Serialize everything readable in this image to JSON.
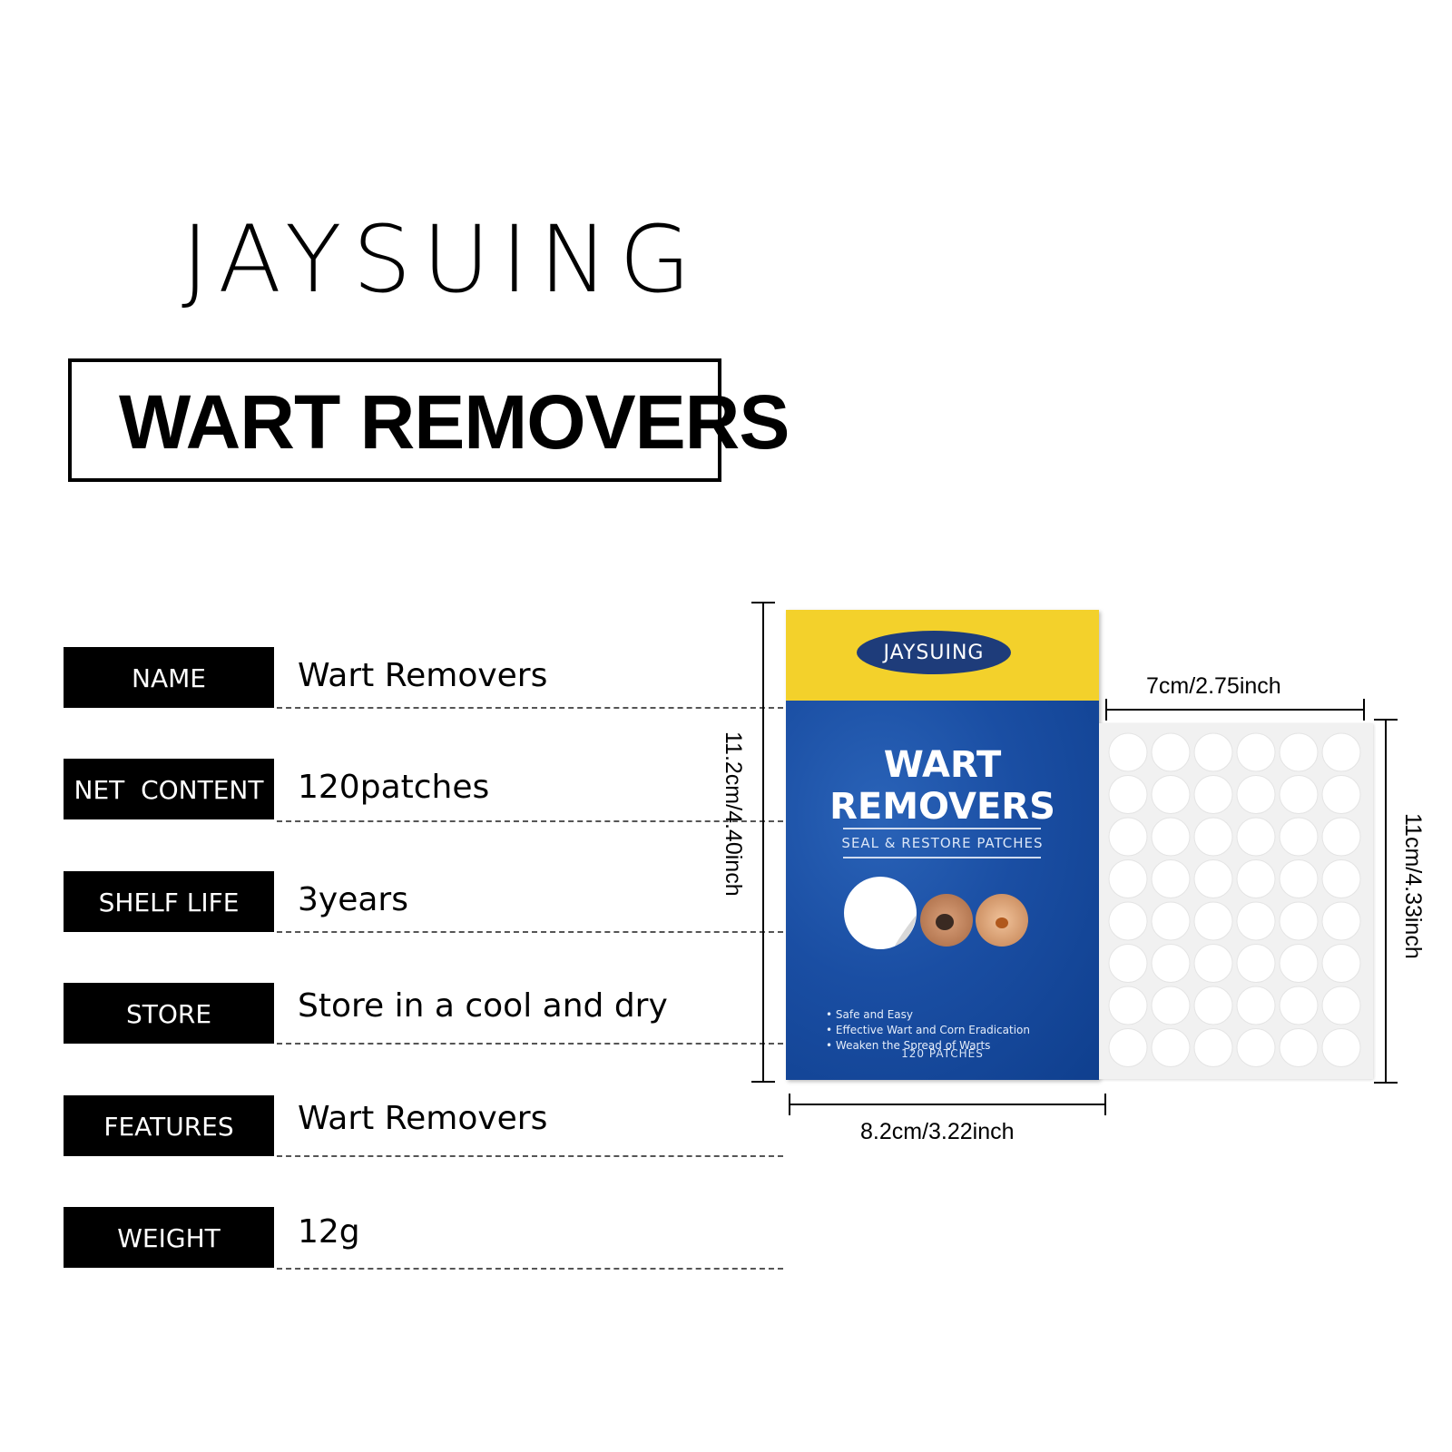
{
  "brand": "JAYSUING",
  "title": "WART REMOVERS",
  "specs": [
    {
      "label": "NAME",
      "value": "Wart Removers"
    },
    {
      "label": "NET  CONTENT",
      "value": "120patches"
    },
    {
      "label": "SHELF LIFE",
      "value": "3years"
    },
    {
      "label": "STORE",
      "value": "Store in a cool and dry"
    },
    {
      "label": "FEATURES",
      "value": "Wart Removers"
    },
    {
      "label": "WEIGHT",
      "value": "12g"
    }
  ],
  "package": {
    "brand": "JAYSUING",
    "title_line1": "WART",
    "title_line2": "REMOVERS",
    "subtitle": "SEAL & RESTORE PATCHES",
    "bullets": [
      "Safe and Easy",
      "Effective Wart and Corn Eradication",
      "Weaken the Spread of Warts"
    ],
    "count": "120 PATCHES",
    "colors": {
      "top": "#f3d12b",
      "blue": "#1a4ea3"
    }
  },
  "dimensions": {
    "box_height": "11.2cm/4.40inch",
    "box_width": "8.2cm/3.22inch",
    "sheet_width": "7cm/2.75inch",
    "sheet_height": "11cm/4.33inch"
  }
}
